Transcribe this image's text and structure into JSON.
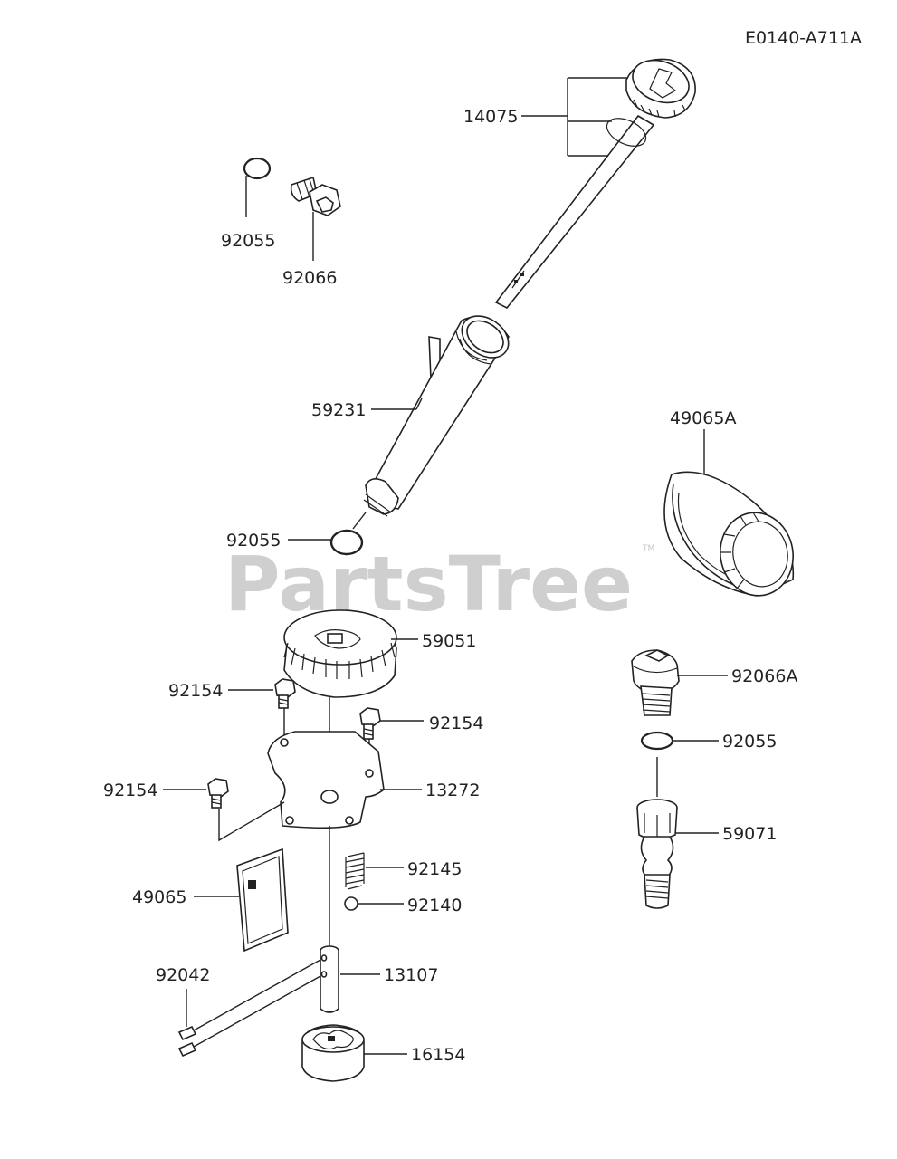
{
  "diagram_code": "E0140-A711A",
  "watermark": {
    "text": "PartsTree",
    "tm": "TM"
  },
  "labels": {
    "p14075": "14075",
    "p92055_a": "92055",
    "p92066": "92066",
    "p59231": "59231",
    "p49065A": "49065A",
    "p92055_b": "92055",
    "p59051": "59051",
    "p92154_a": "92154",
    "p92154_b": "92154",
    "p92066A": "92066A",
    "p92055_c": "92055",
    "p92154_c": "92154",
    "p13272": "13272",
    "p59071": "59071",
    "p92145": "92145",
    "p49065": "49065",
    "p92140": "92140",
    "p92042": "92042",
    "p13107": "13107",
    "p16154": "16154"
  }
}
